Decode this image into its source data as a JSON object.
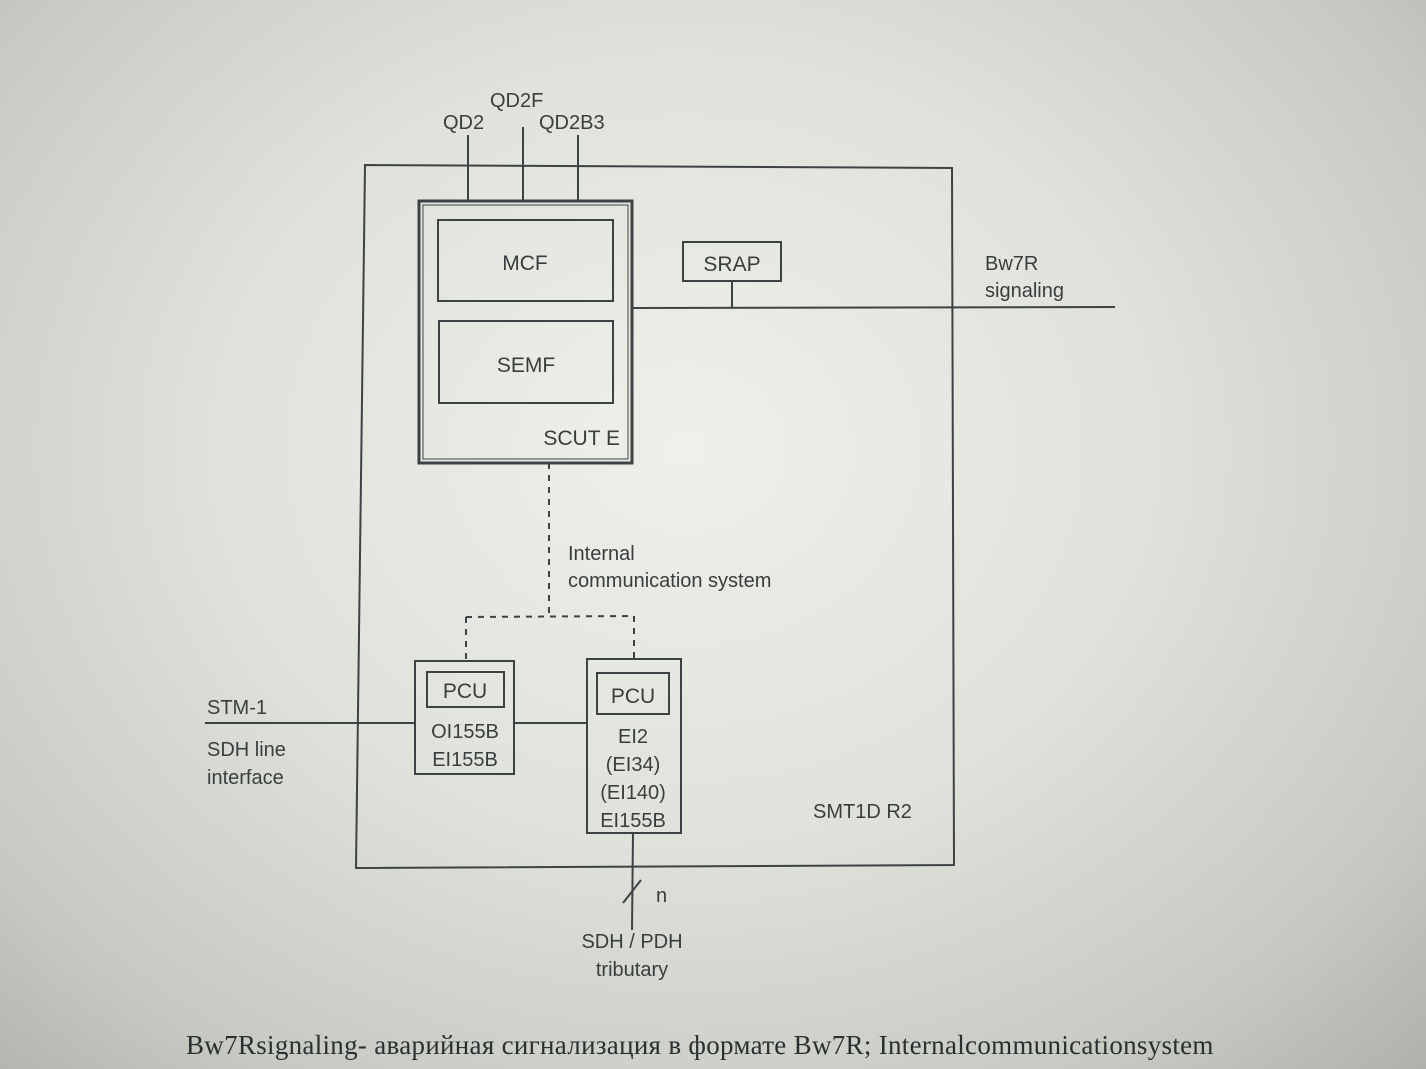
{
  "labels": {
    "qd2": "QD2",
    "qd2f": "QD2F",
    "qd2b3": "QD2B3",
    "mcf": "MCF",
    "semf": "SEMF",
    "scute": "SCUT E",
    "srap": "SRAP",
    "bw7r_1": "Bw7R",
    "bw7r_2": "signaling",
    "ics_1": "Internal",
    "ics_2": "communication system",
    "pcu_left": "PCU",
    "oi155b": "OI155B",
    "ei155b_left": "EI155B",
    "pcu_right": "PCU",
    "ei2": "EI2",
    "ei34": "(EI34)",
    "ei140": "(EI140)",
    "ei155b_right": "EI155B",
    "smt": "SMT1D R2",
    "stm1": "STM-1",
    "sdh_line_1": "SDH line",
    "sdh_line_2": "interface",
    "n": "n",
    "trib_1": "SDH / PDH",
    "trib_2": "tributary"
  },
  "caption": "Bw7Rsignaling- аварийная сигнализация в формате Bw7R; Internalcommunicationsystem"
}
